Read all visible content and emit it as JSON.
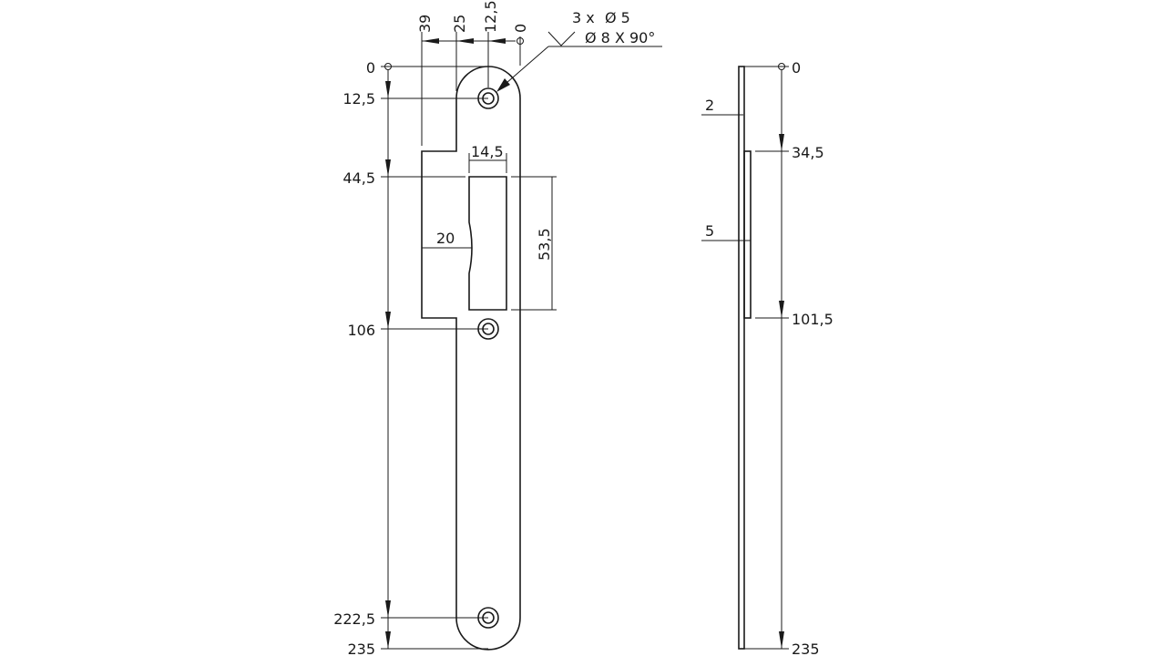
{
  "front_view": {
    "top_dims": {
      "d39": "39",
      "d25": "25",
      "d12_5": "12,5",
      "d0": "0"
    },
    "hole_callout": {
      "count": "3 x",
      "dia": "Ø 5",
      "countersink": "Ø 8 X 90°"
    },
    "left_dims": {
      "d0": "0",
      "d12_5": "12,5",
      "d44_5": "44,5",
      "d106": "106",
      "d222_5": "222,5",
      "d235": "235"
    },
    "cutout": {
      "width": "14,5",
      "height": "53,5",
      "offset": "20"
    }
  },
  "side_view": {
    "thickness": {
      "plate": "2",
      "lip": "5"
    },
    "right_dims": {
      "d0": "0",
      "d34_5": "34,5",
      "d101_5": "101,5",
      "d235": "235"
    }
  }
}
